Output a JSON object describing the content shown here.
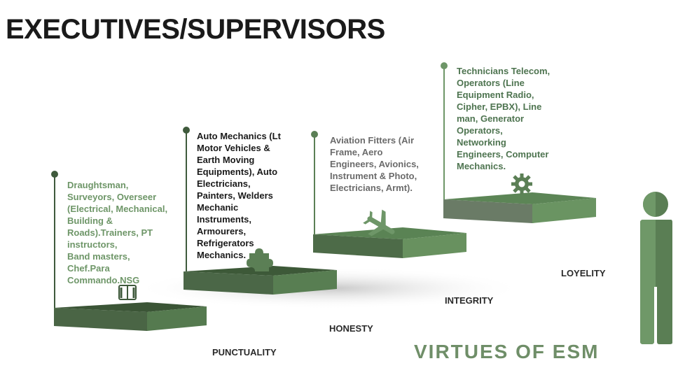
{
  "title": "EXECUTIVES/SUPERVISORS",
  "steps": [
    {
      "virtue": "PUNCTUALITY",
      "icon": "book-icon",
      "lines": [
        "Draughtsman,",
        "Surveyors, Overseer",
        "(Electrical, Mechanical,",
        "Building &",
        "Roads).Trainers, PT",
        "instructors,",
        "Band masters,",
        "Chef.Para",
        "Commando.NSG"
      ]
    },
    {
      "virtue": "HONESTY",
      "icon": "puzzle-icon",
      "lines": [
        "Auto Mechanics (Lt",
        "Motor Vehicles &",
        "Earth Moving",
        "Equipments), Auto",
        "Electricians,",
        "Painters, Welders",
        "Mechanic",
        "Instruments,",
        "Armourers,",
        "Refrigerators",
        "Mechanics."
      ]
    },
    {
      "virtue": "INTEGRITY",
      "icon": "airplane-icon",
      "lines": [
        "Aviation Fitters (Air",
        "Frame, Aero",
        "Engineers, Avionics,",
        "Instrument & Photo,",
        "Electricians, Armt)."
      ]
    },
    {
      "virtue": "LOYELITY",
      "icon": "gear-icon",
      "lines": [
        "Technicians Telecom,",
        "Operators (Line",
        "Equipment Radio,",
        "Cipher, EPBX), Line",
        "man, Generator",
        "Operators,",
        "Networking",
        "Engineers, Computer",
        "Mechanics."
      ]
    }
  ],
  "footer": "VIRTUES OF ESM",
  "figure_icon": "person-icon",
  "colors": {
    "dark_green": "#3f5a3c",
    "mid_green": "#5b7f55",
    "light_green": "#6e9668",
    "footer_green": "#6f8e68"
  }
}
